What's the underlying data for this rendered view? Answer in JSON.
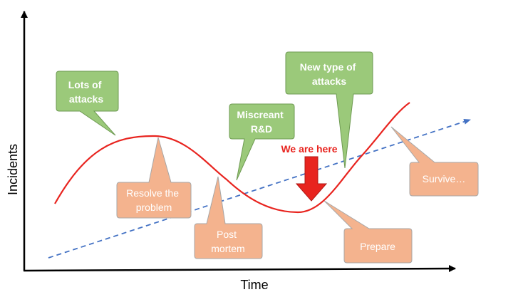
{
  "axes": {
    "x_label": "Time",
    "y_label": "Incidents"
  },
  "colors": {
    "curve": "#e8241f",
    "trend": "#4472c4",
    "green_fill": "#9bc97a",
    "green_stroke": "#6e9a52",
    "orange_fill": "#f4b38e",
    "orange_stroke": "#a7a7a7",
    "marker": "#e8241f"
  },
  "callouts": {
    "lots_of_attacks": [
      "Lots of",
      "attacks"
    ],
    "miscreant_rd": [
      "Miscreant",
      "R&D"
    ],
    "new_type_of_attacks": [
      "New type of",
      "attacks"
    ],
    "resolve_the_problem": [
      "Resolve the",
      "problem"
    ],
    "post_mortem": [
      "Post",
      "mortem"
    ],
    "prepare": [
      "Prepare"
    ],
    "survive": [
      "Survive…"
    ]
  },
  "marker": {
    "label": "We are here"
  }
}
